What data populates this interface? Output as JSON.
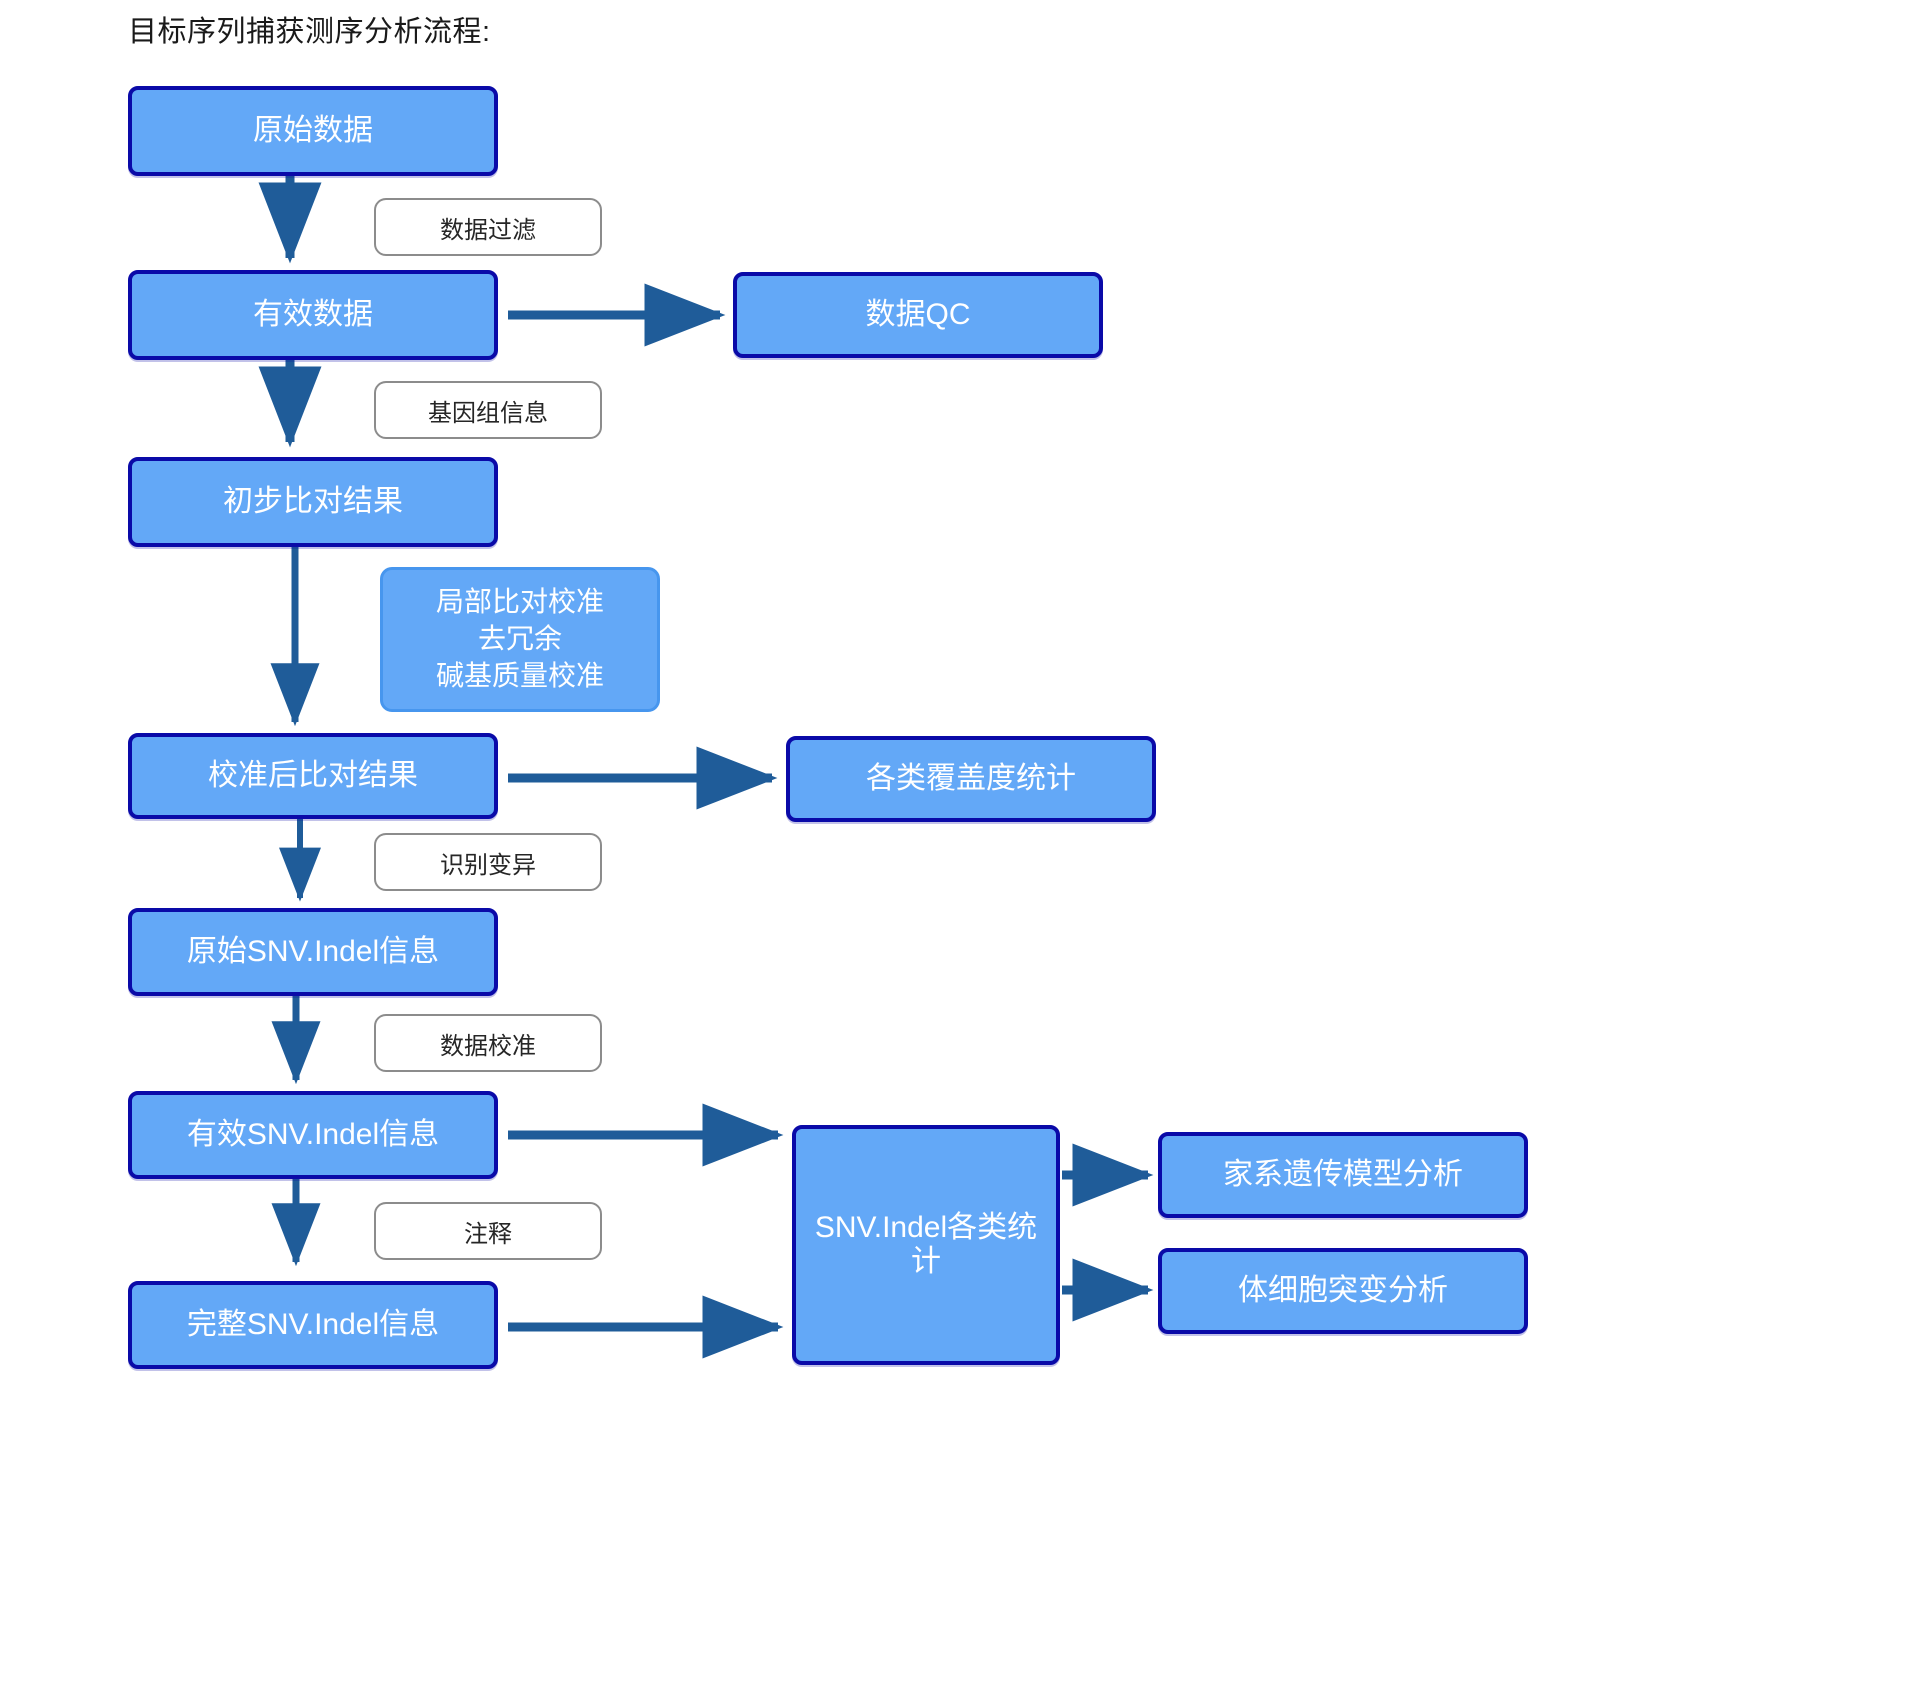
{
  "title": "目标序列捕获测序分析流程:",
  "colors": {
    "node_fill": "#63A8F7",
    "node_border": "#0A0AA8",
    "node_text": "#FFFFFF",
    "label_border": "#8C8C8C",
    "label_text": "#262626",
    "arrow": "#1F5C99",
    "softnote_border": "#4796EE",
    "background": "#FFFFFF"
  },
  "nodes": {
    "raw_data": "原始数据",
    "valid_data": "有效数据",
    "data_qc": "数据QC",
    "initial_alignment": "初步比对结果",
    "calibrated_alignment": "校准后比对结果",
    "coverage_stats": "各类覆盖度统计",
    "raw_snv_indel": "原始SNV.Indel信息",
    "valid_snv_indel": "有效SNV.Indel信息",
    "complete_snv_indel": "完整SNV.Indel信息",
    "snv_indel_stats": "SNV.Indel各类统计",
    "pedigree_analysis": "家系遗传模型分析",
    "somatic_analysis": "体细胞突变分析"
  },
  "edge_labels": {
    "data_filter": "数据过滤",
    "genome_info": "基因组信息",
    "variant_calling": "识别变异",
    "data_calibration": "数据校准",
    "annotation": "注释"
  },
  "soft_note": {
    "line1": "局部比对校准",
    "line2": "去冗余",
    "line3": "碱基质量校准"
  }
}
